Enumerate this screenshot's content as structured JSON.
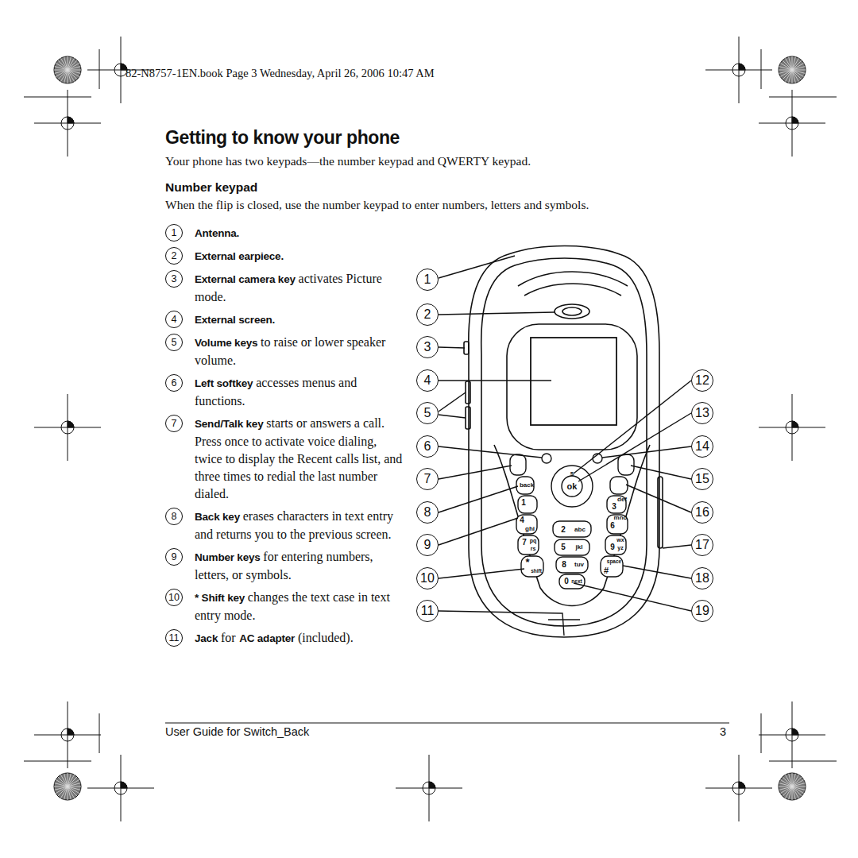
{
  "diagram": {
    "title": "Getting to know your phone",
    "nodes": [
      {
        "text": [
          "1",
          "Antenna."
        ]
      },
      {
        "text": [
          "2",
          "External earpiece."
        ]
      },
      {
        "text": [
          "3",
          "External camera key",
          "activates Picture mode."
        ]
      },
      {
        "text": [
          "4",
          "External screen."
        ]
      },
      {
        "text": [
          "5",
          "Volume keys",
          "to raise or lower speaker volume."
        ]
      },
      {
        "text": [
          "6",
          "Left softkey",
          "accesses menus and functions."
        ]
      },
      {
        "text": [
          "7",
          "Send/Talk key",
          "starts or answers a call. Press once to activate voice dialing, twice to display the Recent calls list, and three times to redial the last number dialed."
        ]
      },
      {
        "text": [
          "8",
          "Back key",
          "erases characters in text entry and returns you to the previous screen."
        ]
      },
      {
        "text": [
          "9",
          "Number keys",
          "for entering numbers, letters, or symbols."
        ]
      },
      {
        "text": [
          "10",
          "* Shift key",
          "changes the text case in text entry mode."
        ]
      },
      {
        "text": [
          "11",
          "Jack",
          "for",
          "AC adapter",
          "(included)."
        ]
      },
      {
        "text": [
          "1"
        ]
      },
      {
        "text": [
          "2"
        ]
      },
      {
        "text": [
          "3"
        ]
      },
      {
        "text": [
          "4"
        ]
      },
      {
        "text": [
          "5"
        ]
      },
      {
        "text": [
          "6"
        ]
      },
      {
        "text": [
          "7"
        ]
      },
      {
        "text": [
          "8"
        ]
      },
      {
        "text": [
          "9"
        ]
      },
      {
        "text": [
          "10"
        ]
      },
      {
        "text": [
          "11"
        ]
      },
      {
        "text": [
          "12"
        ]
      },
      {
        "text": [
          "13"
        ]
      },
      {
        "text": [
          "14"
        ]
      },
      {
        "text": [
          "15"
        ]
      },
      {
        "text": [
          "16"
        ]
      },
      {
        "text": [
          "17"
        ]
      },
      {
        "text": [
          "18"
        ]
      },
      {
        "text": [
          "19"
        ]
      }
    ],
    "labels": [
      "82-N8757-1EN.book  Page 3  Wednesday, April 26, 2006  10:47 AM",
      "Your phone has two keypads—the number keypad and QWERTY keypad.",
      "Number keypad",
      "When the flip is closed, use the number keypad to enter numbers, letters and symbols.",
      "User Guide for Switch_Back",
      "3",
      "$",
      "ok",
      "back",
      "1",
      "2",
      "abc",
      "3",
      "def",
      "4",
      "ghi",
      "5",
      "jkl",
      "6",
      "mno",
      "7",
      "pq",
      "rs",
      "8",
      "tuv",
      "9",
      "wx",
      "yz",
      "*",
      "shift",
      "0",
      "next",
      "#",
      "space"
    ]
  }
}
